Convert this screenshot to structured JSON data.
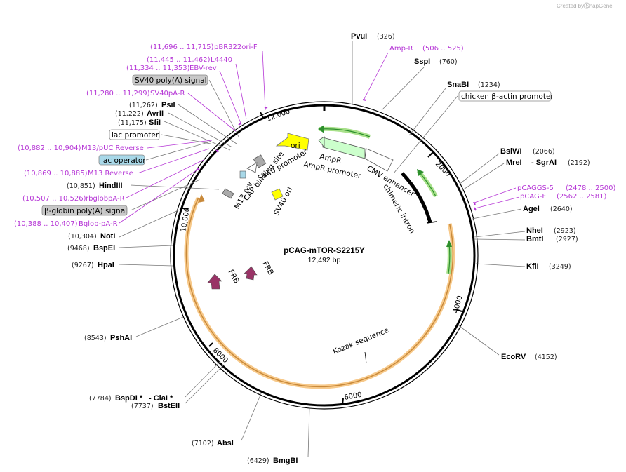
{
  "watermark": "Created by SnapGene",
  "plasmid": {
    "name": "pCAG-mTOR-S2215Y",
    "length": "12,492 bp"
  },
  "sites": [
    {
      "name": "PvuI",
      "pos": "(326)"
    },
    {
      "name": "SspI",
      "pos": "(760)"
    },
    {
      "name": "SnaBI",
      "pos": "(1234)"
    },
    {
      "name": "BsiWI",
      "pos": "(2066)"
    },
    {
      "name": "MreI",
      "pos": "(2192)",
      "extra": "- SgrAI"
    },
    {
      "name": "AgeI",
      "pos": "(2640)"
    },
    {
      "name": "NheI",
      "pos": "(2923)"
    },
    {
      "name": "BmtI",
      "pos": "(2927)"
    },
    {
      "name": "KflI",
      "pos": "(3249)"
    },
    {
      "name": "EcoRV",
      "pos": "(4152)"
    },
    {
      "name": "BmgBI",
      "pos": "(6429)"
    },
    {
      "name": "AbsI",
      "pos": "(7102)"
    },
    {
      "name": "BstEII",
      "pos": "(7737)"
    },
    {
      "name": "BspDI *",
      "pos": "(7784)",
      "extra": "- ClaI *"
    },
    {
      "name": "PshAI",
      "pos": "(8543)"
    },
    {
      "name": "HpaI",
      "pos": "(9267)"
    },
    {
      "name": "BspEI",
      "pos": "(9468)"
    },
    {
      "name": "NotI",
      "pos": "(10,304)"
    },
    {
      "name": "HindIII",
      "pos": "(10,851)"
    },
    {
      "name": "SfiI",
      "pos": "(11,175)"
    },
    {
      "name": "AvrII",
      "pos": "(11,222)"
    },
    {
      "name": "PsiI",
      "pos": "(11,262)"
    }
  ],
  "primers": [
    {
      "name": "Amp-R",
      "range": "(506 .. 525)"
    },
    {
      "name": "pCAGGS-5",
      "range": "(2478 .. 2500)"
    },
    {
      "name": "pCAG-F",
      "range": "(2562 .. 2581)"
    },
    {
      "name": "pBR322ori-F",
      "range": "(11,696 .. 11,715)"
    },
    {
      "name": "L4440",
      "range": "(11,445 .. 11,462)"
    },
    {
      "name": "EBV-rev",
      "range": "(11,334 .. 11,353)"
    },
    {
      "name": "SV40pA-R",
      "range": "(11,280 .. 11,299)"
    },
    {
      "name": "M13/pUC Reverse",
      "range": "(10,882 .. 10,904)"
    },
    {
      "name": "M13 Reverse",
      "range": "(10,869 .. 10,885)"
    },
    {
      "name": "rbglobpA-R",
      "range": "(10,507 .. 10,526)"
    },
    {
      "name": "Bglob-pA-R",
      "range": "(10,388 .. 10,407)"
    }
  ],
  "boxed_features": {
    "chicken": "chicken β-actin promoter",
    "sv40polya": "SV40 poly(A) signal",
    "lacpromoter": "lac promoter",
    "lacoperator": "lac operator",
    "bglobin": "β-globin poly(A) signal"
  },
  "inner_features": {
    "ori": "ori",
    "ampr": "AmpR",
    "ampr_promoter": "AmpR promoter",
    "cmv": "CMV enhancer",
    "intron": "chimeric intron",
    "sv40_promoter": "SV40 promoter",
    "cap": "CAP binding site",
    "m13rev": "M13 rev",
    "sv40ori": "SV40 ori",
    "frb1": "FRB",
    "frb2": "FRB",
    "kozak": "Kozak sequence"
  },
  "ticks": [
    "2000",
    "4000",
    "6000",
    "8000",
    "10,000",
    "12,000"
  ],
  "colors": {
    "backbone": "#000000",
    "primer": "#b637d6",
    "ori": "#ffff00",
    "ampr": "#ccffcc",
    "cds": "#ffcc80",
    "frb": "#993366",
    "lacop": "#a8d8e8"
  }
}
